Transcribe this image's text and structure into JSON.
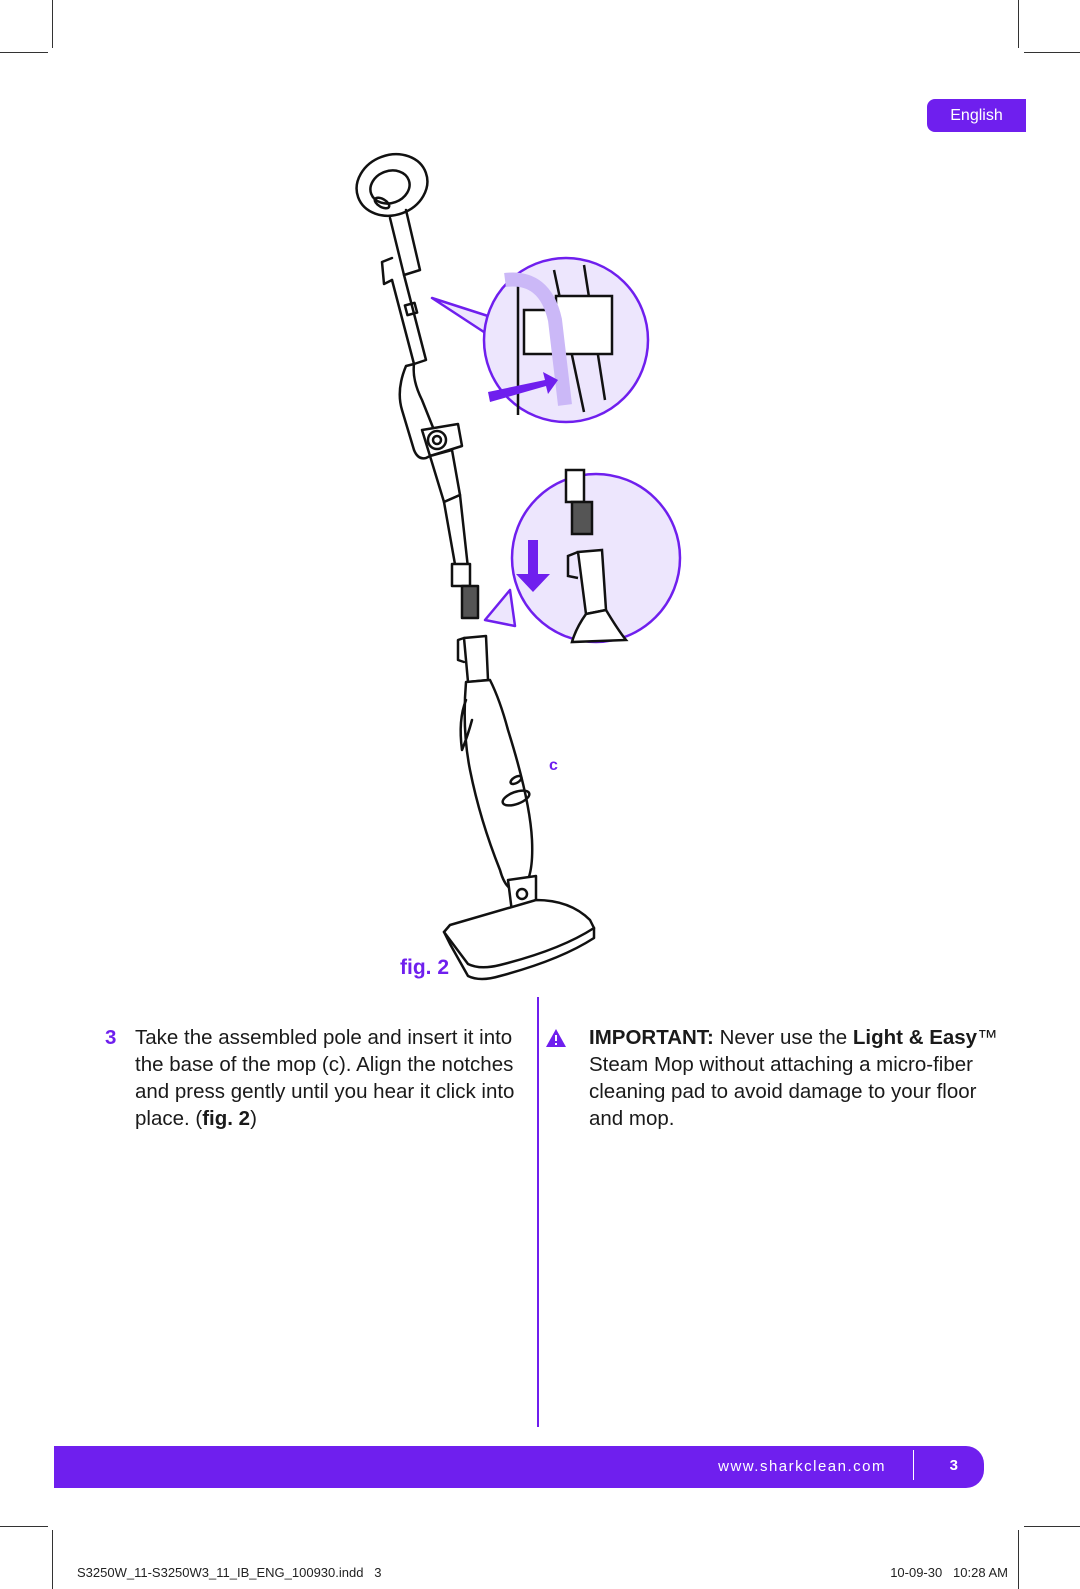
{
  "language_tab": "English",
  "figure": {
    "label": "fig. 2",
    "callout": "c"
  },
  "step": {
    "number": "3",
    "text": "Take the assembled pole and insert it into the base of the mop (c). Align the notches and press gently until you hear it click into place. (",
    "ref": "fig. 2",
    "close": ")"
  },
  "warning": {
    "label": "IMPORTANT:",
    "text_a": " Never use the ",
    "product": "Light & Easy",
    "text_b": "™ Steam Mop without attaching a micro-fiber cleaning pad to avoid damage to your floor and mop."
  },
  "footer": {
    "url": "www.sharkclean.com",
    "page": "3"
  },
  "slug": {
    "file": "S3250W_11-S3250W3_11_IB_ENG_100930.indd   3",
    "timestamp": "10-09-30   10:28 AM"
  },
  "colors": {
    "accent": "#6f1fee",
    "callout_fill": "#ede6fd"
  }
}
